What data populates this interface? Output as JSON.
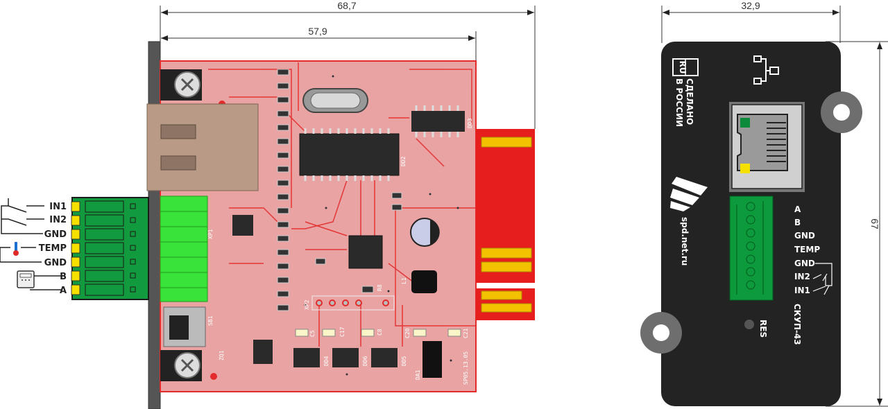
{
  "dimensions": {
    "total_width": "68,7",
    "board_width": "57,9",
    "panel_width": "32,9",
    "panel_height": "67"
  },
  "side_view": {
    "terminal_labels": [
      "IN1",
      "IN2",
      "GND",
      "TEMP",
      "GND",
      "B",
      "A"
    ],
    "silkscreen": {
      "dd2": "DD2",
      "dd3": "DD3",
      "dd4": "DD4",
      "dd5": "DD5",
      "dd6": "DD6",
      "da1": "DA1",
      "xp1": "XP1",
      "xp2": "XP2",
      "sb1": "SB1",
      "zq1": "ZQ1",
      "l1": "L1",
      "c17": "C17",
      "c8": "C8",
      "c5": "C5",
      "c20": "C20",
      "c21": "C21",
      "r8": "R8",
      "revision": "SP05.13.05"
    }
  },
  "front_view": {
    "terminal_labels": [
      "A",
      "B",
      "GND",
      "TEMP",
      "GND",
      "IN2",
      "IN1"
    ],
    "made_in": [
      "СДЕЛАНО",
      "В РОССИИ"
    ],
    "made_in_logo": "RU",
    "website": "spd.net.ru",
    "reset_label": "RES",
    "model": "СКУП-43"
  },
  "icons": [
    "network-icon",
    "thermometer-icon",
    "energy-meter-icon",
    "switch-icon"
  ],
  "colors": {
    "pcb": "#e9a3a3",
    "trace": "#e32b2b",
    "terminal_green": "#0c9a3c",
    "panel": "#232323"
  }
}
